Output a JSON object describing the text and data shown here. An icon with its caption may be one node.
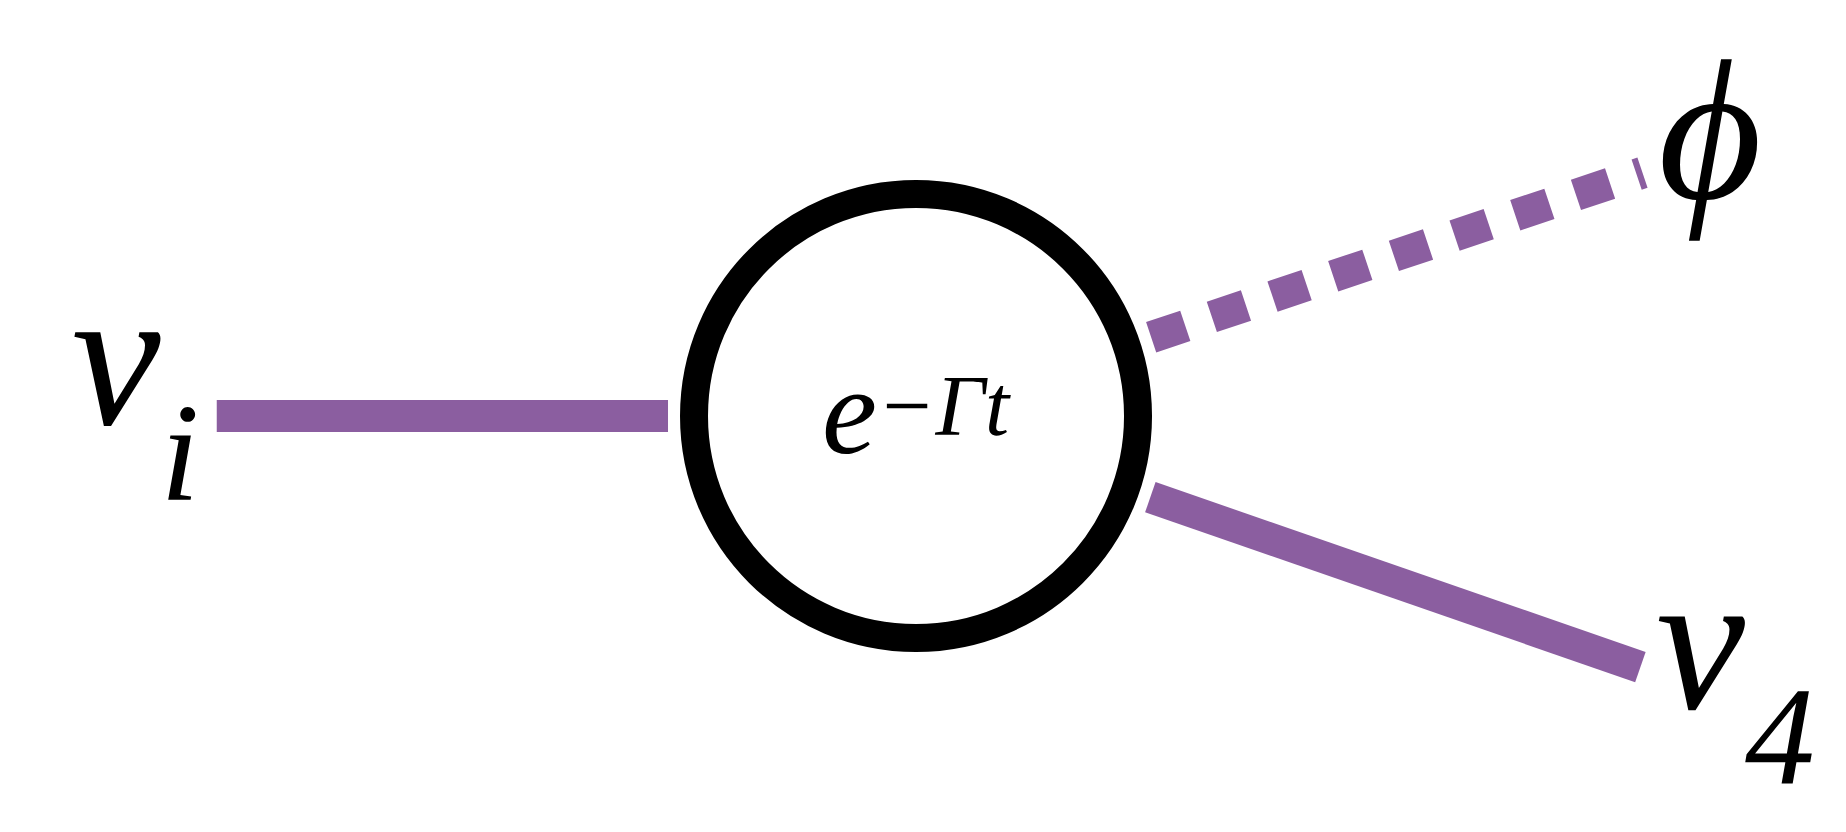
{
  "diagram": {
    "nodes": [
      {
        "text": [
          "e$^{−Γt}$"
        ]
      },
      {
        "text": [
          "ν$_{i}$"
        ]
      },
      {
        "text": [
          "ϕ"
        ]
      },
      {
        "text": [
          "ν$_{4}$"
        ]
      }
    ],
    "edges": [
      {
        "from": 1,
        "to": 0,
        "arrow": "none",
        "color": "#8b5ea0"
      },
      {
        "from": 0,
        "to": 2,
        "arrow": "none",
        "style": "dashed",
        "color": "#8b5ea0"
      },
      {
        "from": 0,
        "to": 3,
        "arrow": "none",
        "color": "#8b5ea0"
      }
    ]
  }
}
